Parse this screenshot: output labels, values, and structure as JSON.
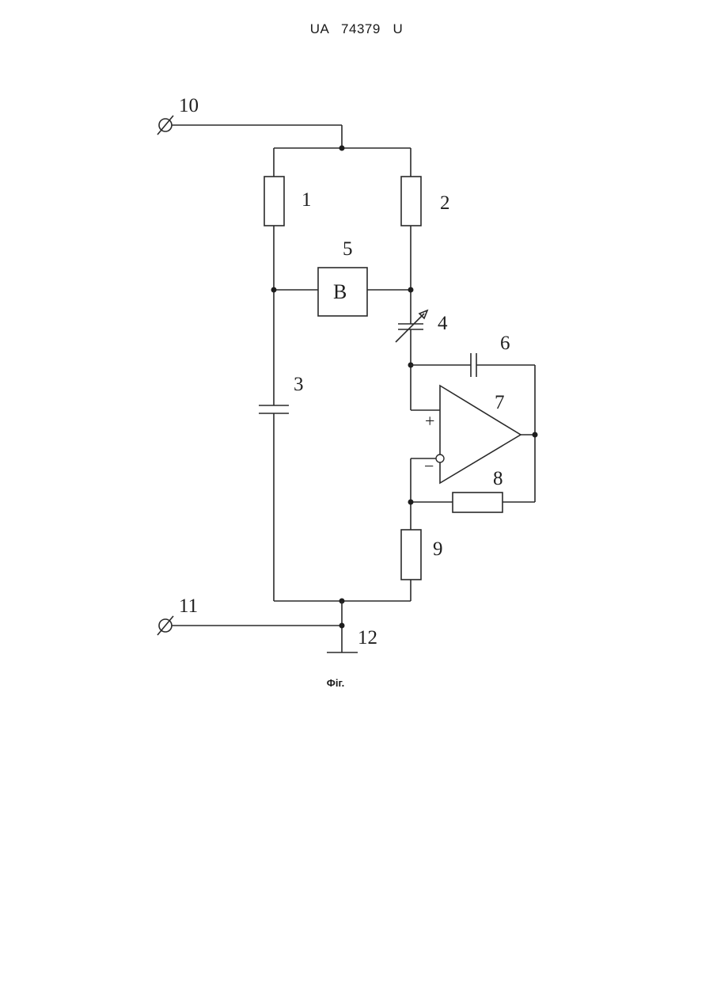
{
  "document": {
    "header": "UA   74379   U",
    "caption": "Фіг."
  },
  "diagram": {
    "labels": {
      "resistor_1": "1",
      "resistor_2": "2",
      "capacitor_3": "3",
      "variable_capacitor_4": "4",
      "block_5_number": "5",
      "block_5_text": "B",
      "capacitor_6": "6",
      "opamp_7": "7",
      "resistor_8": "8",
      "resistor_9": "9",
      "terminal_10": "10",
      "terminal_11": "11",
      "ground_12": "12",
      "opamp_plus": "+",
      "opamp_minus": "−"
    }
  }
}
